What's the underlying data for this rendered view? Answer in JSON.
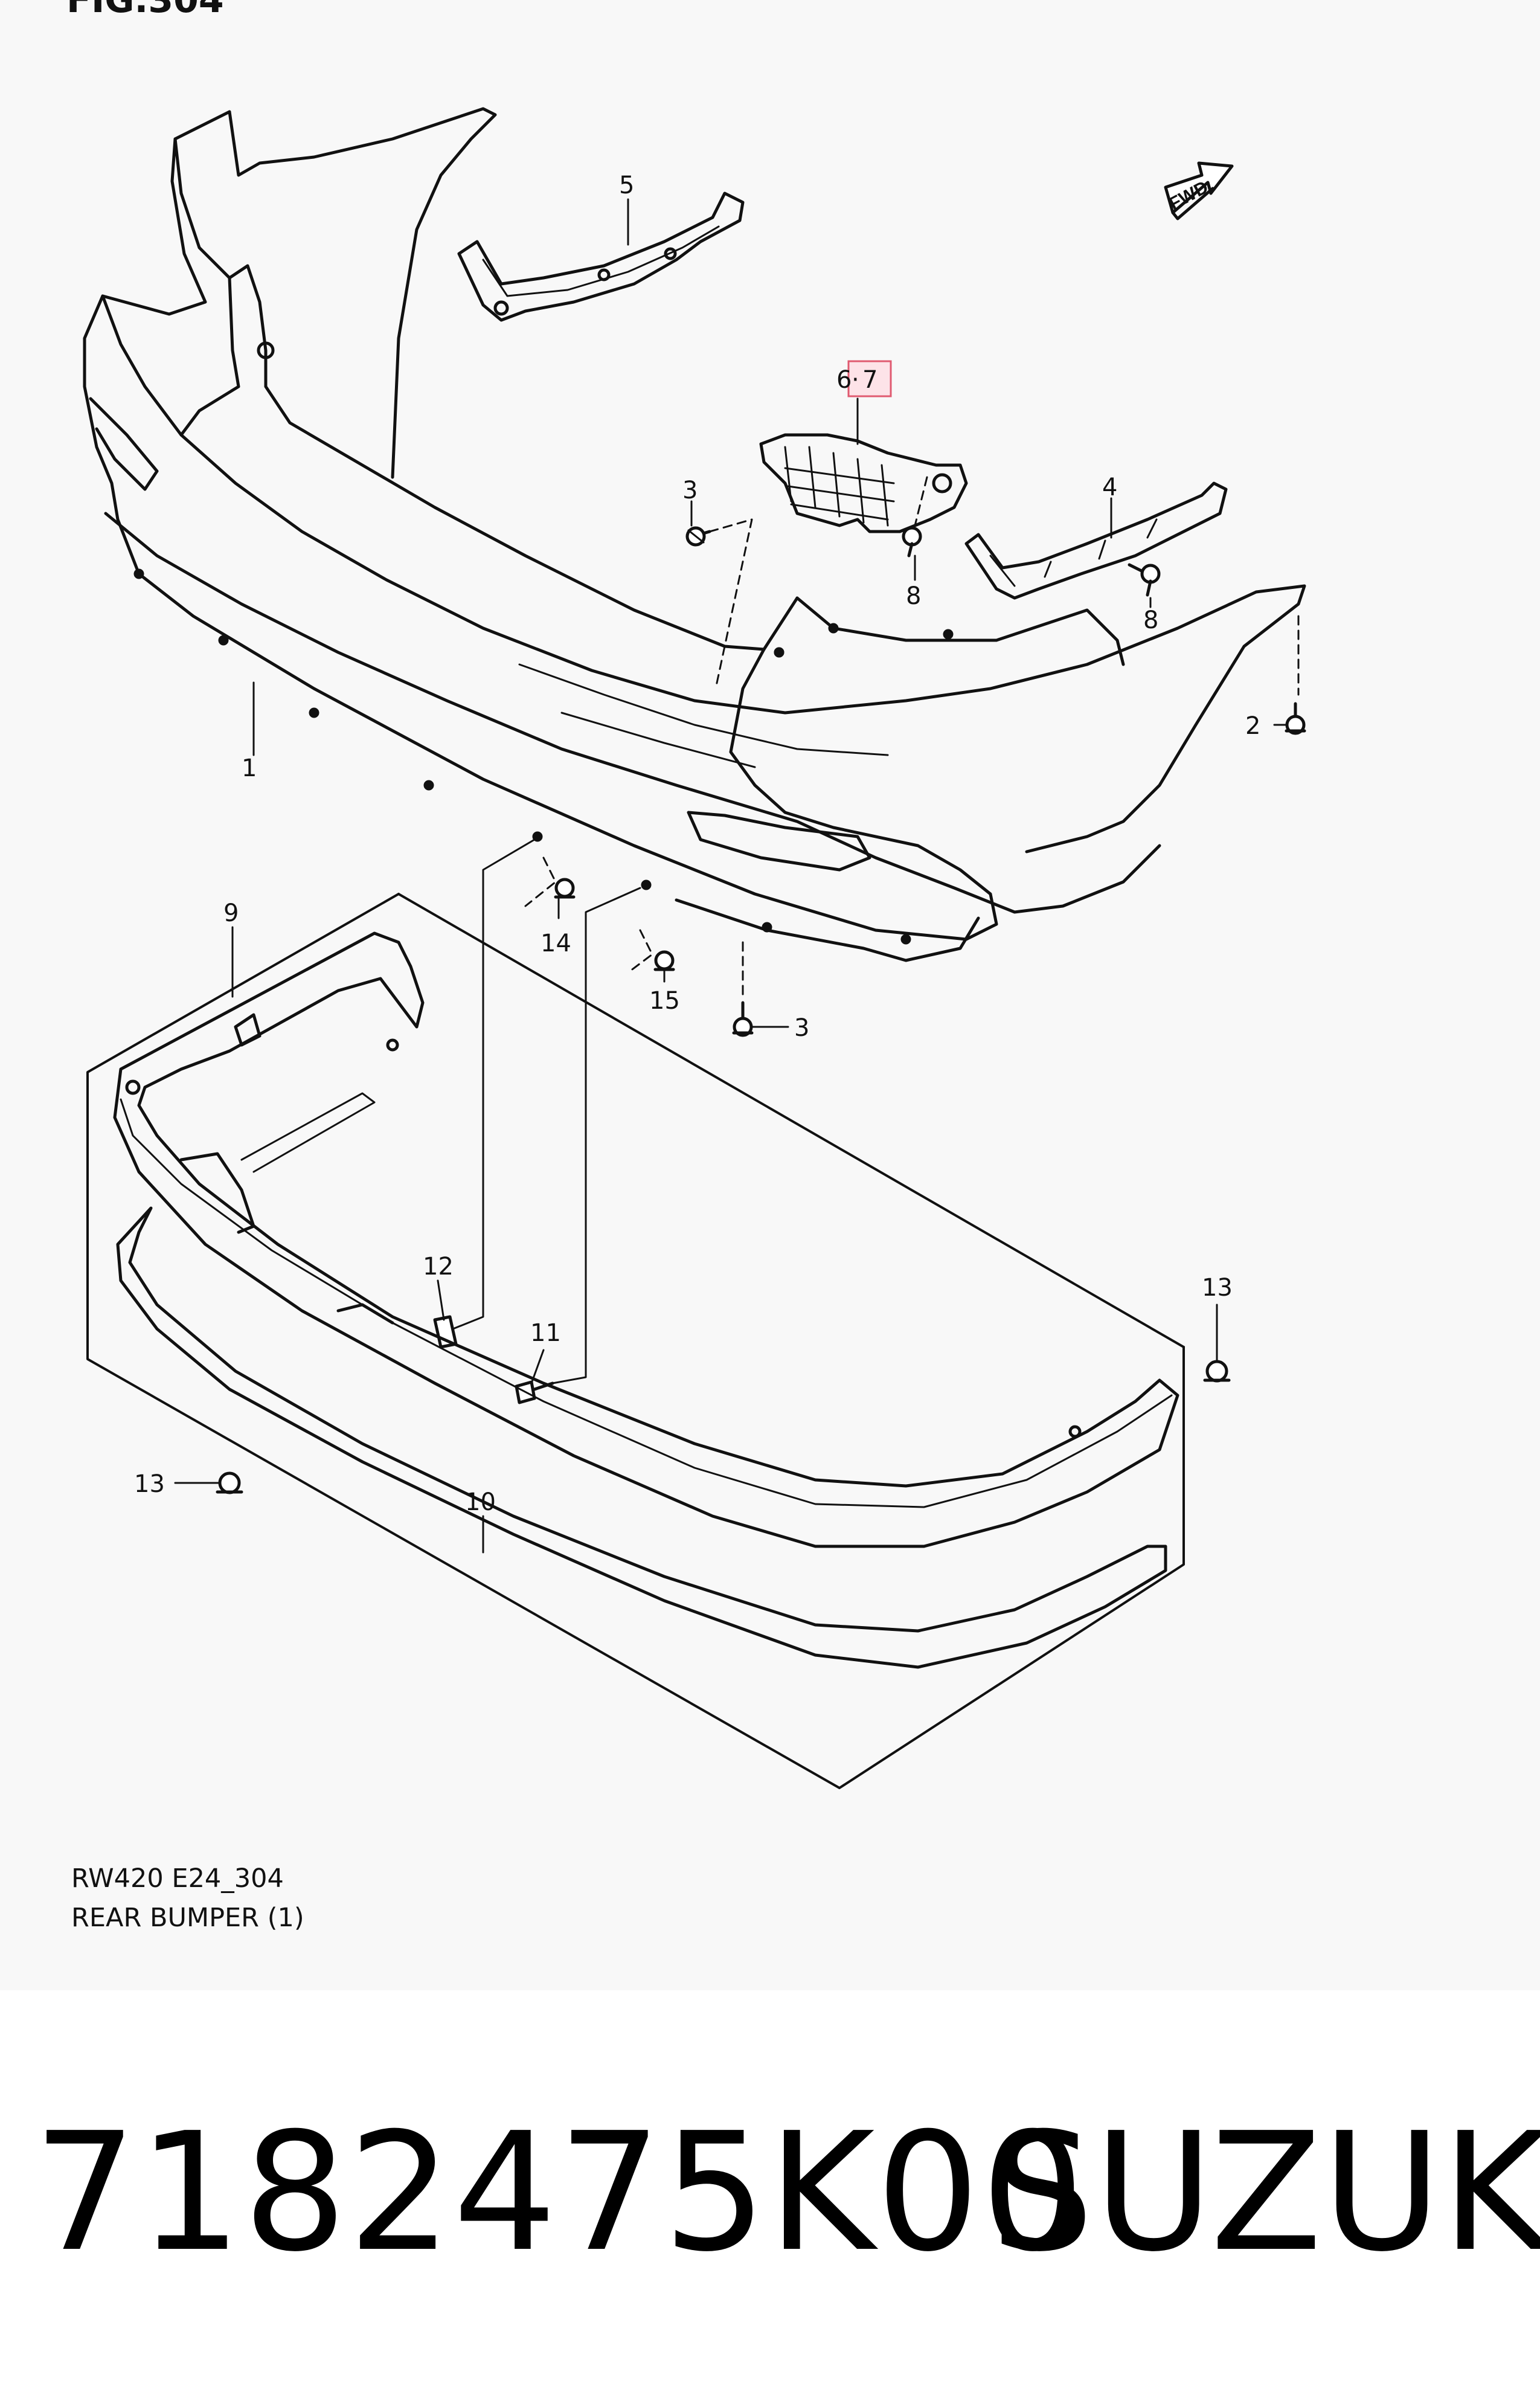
{
  "figure": {
    "title": "FIG.304",
    "caption_code": "RW420 E24_304",
    "caption_name": "REAR BUMPER (1)",
    "fwd_label": "FWD"
  },
  "callouts": {
    "c1": "1",
    "c2": "2",
    "c3a": "3",
    "c3b": "3",
    "c4": "4",
    "c5": "5",
    "c6": "6",
    "c6_sep": "·",
    "c7": "7",
    "c8a": "8",
    "c8b": "8",
    "c9": "9",
    "c10": "10",
    "c11": "11",
    "c12": "12",
    "c13a": "13",
    "c13b": "13",
    "c14": "14",
    "c15": "15"
  },
  "product": {
    "part_number": "7182475K00",
    "brand": "SUZUKI"
  },
  "colors": {
    "line": "#111111",
    "highlight_border": "#e05a70",
    "highlight_fill": "#fde3e8"
  }
}
